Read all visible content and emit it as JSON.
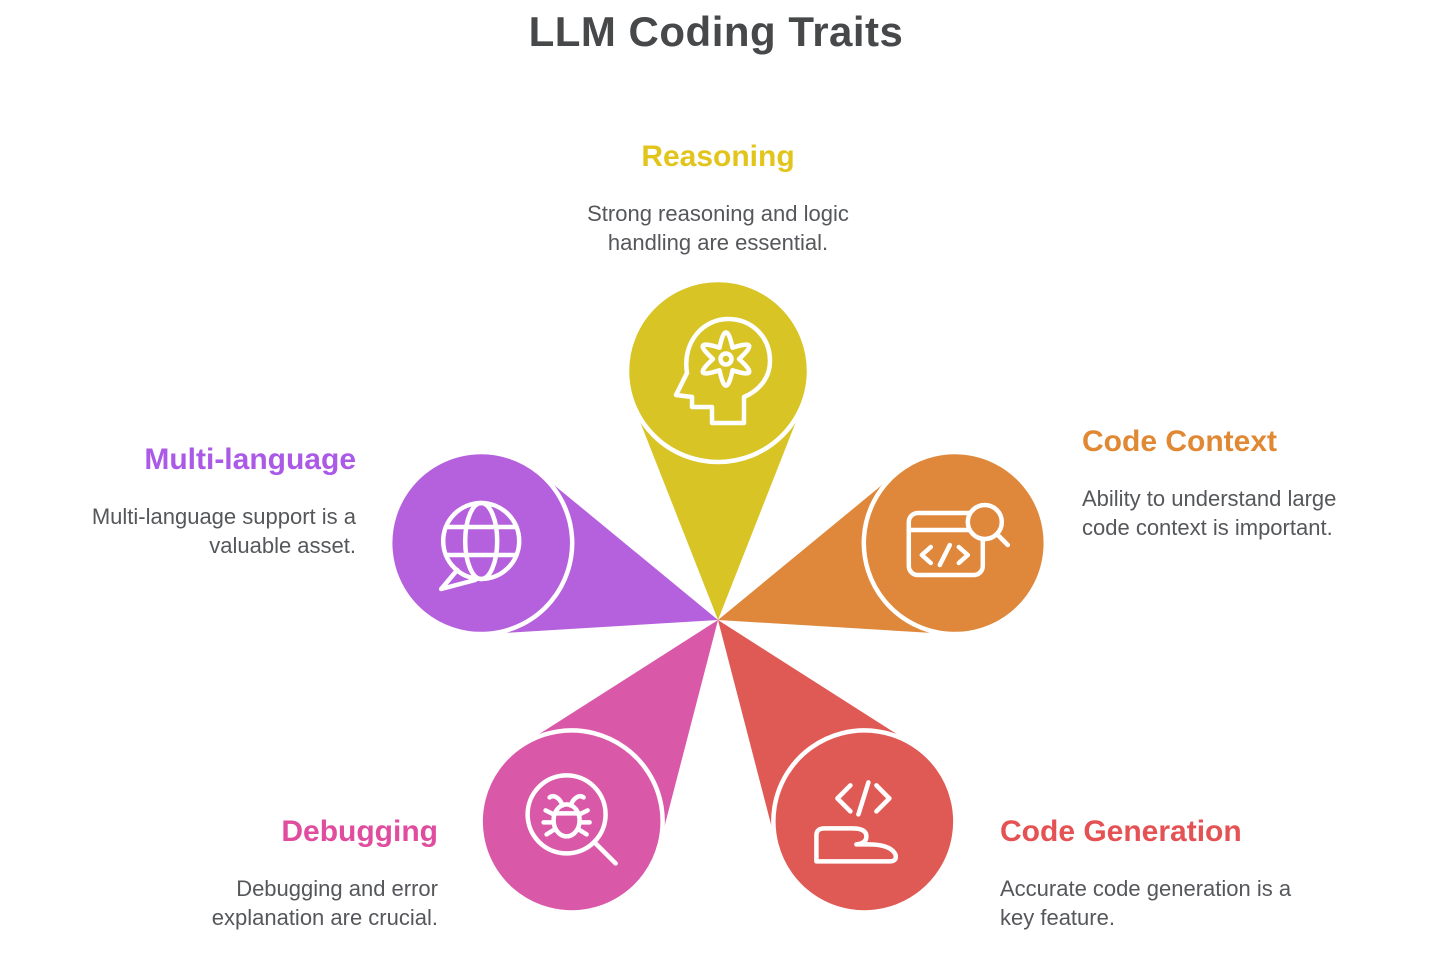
{
  "title": "LLM Coding Traits",
  "palette": {
    "background": "#ffffff",
    "title_text": "#47484a",
    "body_text": "#55575b"
  },
  "traits": [
    {
      "id": "reasoning",
      "label": "Reasoning",
      "description": "Strong reasoning and logic handling are essential.",
      "color": "#d8c424",
      "title_color": "#e2c51c",
      "icon": "head-gear-icon"
    },
    {
      "id": "code-context",
      "label": "Code Context",
      "description": "Ability to understand large code context is important.",
      "color": "#df873a",
      "title_color": "#e08833",
      "icon": "code-window-search-icon"
    },
    {
      "id": "code-generation",
      "label": "Code Generation",
      "description": "Accurate code generation is a key feature.",
      "color": "#e05a55",
      "title_color": "#e45254",
      "icon": "hand-code-icon"
    },
    {
      "id": "debugging",
      "label": "Debugging",
      "description": "Debugging and error explanation are crucial.",
      "color": "#d959a8",
      "title_color": "#e04d9e",
      "icon": "bug-magnifier-icon"
    },
    {
      "id": "multi-language",
      "label": "Multi-language",
      "description": "Multi-language support is a valuable asset.",
      "color": "#b560dd",
      "title_color": "#aa5ae6",
      "icon": "globe-chat-icon"
    }
  ]
}
